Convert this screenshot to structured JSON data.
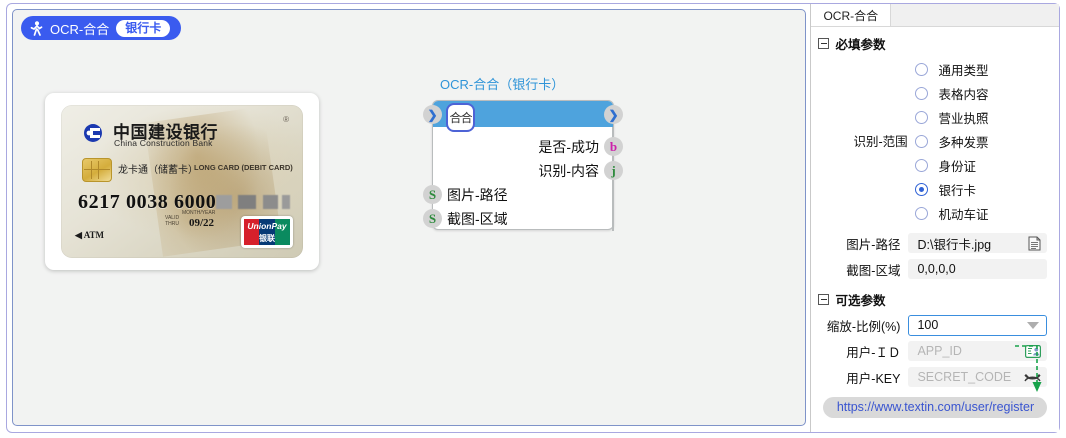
{
  "flow_tab": {
    "icon": "runner-icon",
    "title": "OCR-合合",
    "badge": "银行卡"
  },
  "canvas": {
    "node": {
      "title": "OCR-合合（银行卡）",
      "icon_text": "合合",
      "outputs": [
        {
          "label": "是否-成功",
          "port": "b",
          "color": "#cc22aa"
        },
        {
          "label": "识别-内容",
          "port": "j",
          "color": "#2e8b3d"
        }
      ],
      "inputs": [
        {
          "label": "图片-路径",
          "port": "S",
          "color": "#2e8b3d"
        },
        {
          "label": "截图-区域",
          "port": "S",
          "color": "#2e8b3d"
        }
      ]
    },
    "card_image": {
      "bank_cn": "中国建设银行",
      "bank_en": "China Construction Bank",
      "product_cn": "龙卡通（储蓄卡）",
      "product_en": "LONG CARD (DEBIT CARD)",
      "number": "6217 0038 6000",
      "valid_label": "VALID\nTHRU",
      "month_year": "MONTH/YEAR",
      "expiry": "09/22",
      "atm": "ATM",
      "network": "UnionPay",
      "network_cn": "银联",
      "reg_mark": "®"
    }
  },
  "properties": {
    "tab": "OCR-合合",
    "required_group": {
      "title": "必填参数",
      "scope_label": "识别-范围",
      "options": [
        {
          "label": "通用类型",
          "selected": false
        },
        {
          "label": "表格内容",
          "selected": false
        },
        {
          "label": "营业执照",
          "selected": false
        },
        {
          "label": "多种发票",
          "selected": false
        },
        {
          "label": "身份证",
          "selected": false
        },
        {
          "label": "银行卡",
          "selected": true
        },
        {
          "label": "机动车证",
          "selected": false
        }
      ],
      "image_path": {
        "label": "图片-路径",
        "value": "D:\\银行卡.jpg",
        "icon": "file-document-icon"
      },
      "capture_area": {
        "label": "截图-区域",
        "value": "0,0,0,0"
      }
    },
    "optional_group": {
      "title": "可选参数",
      "zoom_ratio": {
        "label": "缩放-比例(%)",
        "value": "100"
      },
      "user_id": {
        "label": "用户-ＩＤ",
        "placeholder": "APP_ID",
        "icon": "id-card-icon"
      },
      "user_key": {
        "label": "用户-KEY",
        "placeholder": "SECRET_CODE",
        "icon": "eye-off-icon"
      }
    },
    "register_link": "https://www.textin.com/user/register",
    "accent_colors": {
      "header_blue": "#3a5bef",
      "node_blue": "#4ea3dd",
      "selected_radio": "#2f62d6",
      "link": "#3a55d0",
      "arrow_green": "#17a24a"
    }
  }
}
